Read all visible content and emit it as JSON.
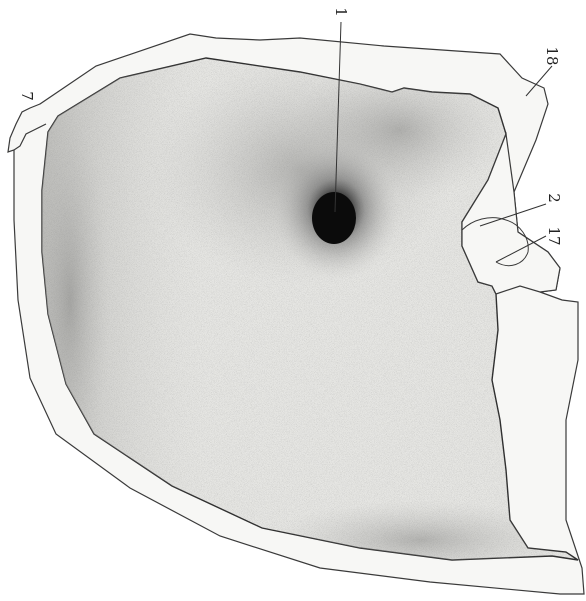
{
  "figure": {
    "labels": {
      "l1": "1",
      "l2": "2",
      "l7": "7",
      "l17": "17",
      "l18": "18"
    },
    "colors": {
      "background": "#ffffff",
      "outline": "#3a3a3a",
      "shell_fill": "#f6f6f4",
      "interior_light": "#e7e7e4",
      "interior_edge": "#a9a9a6",
      "nucleus": "#0d0d0d"
    }
  }
}
